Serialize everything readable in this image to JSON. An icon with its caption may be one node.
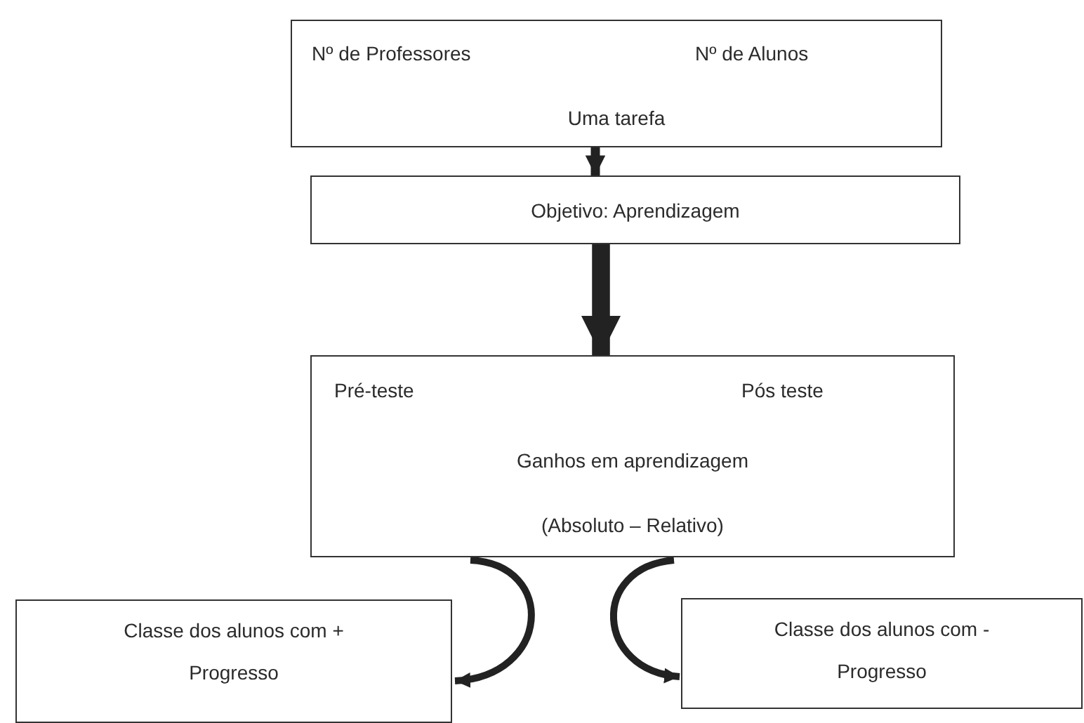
{
  "diagram": {
    "nodes": [
      {
        "text": [
          "Nº de Professores",
          "Nº de Alunos",
          "Uma tarefa"
        ]
      },
      {
        "text": [
          "Objetivo: Aprendizagem"
        ]
      },
      {
        "text": [
          "Pré-teste",
          "Pós teste",
          "Ganhos em aprendizagem",
          "(Absoluto – Relativo)"
        ]
      },
      {
        "text": [
          "Classe dos alunos com + Progresso"
        ]
      },
      {
        "text": [
          "Classe dos alunos com - Progresso"
        ]
      }
    ],
    "edges": [
      {
        "from": 0,
        "to": 1,
        "arrow": "to"
      },
      {
        "from": 1,
        "to": 2,
        "arrow": "to",
        "style": "thick"
      },
      {
        "from": 2,
        "to": 3,
        "arrow": "to"
      },
      {
        "from": 2,
        "to": 4,
        "arrow": "to"
      }
    ]
  }
}
